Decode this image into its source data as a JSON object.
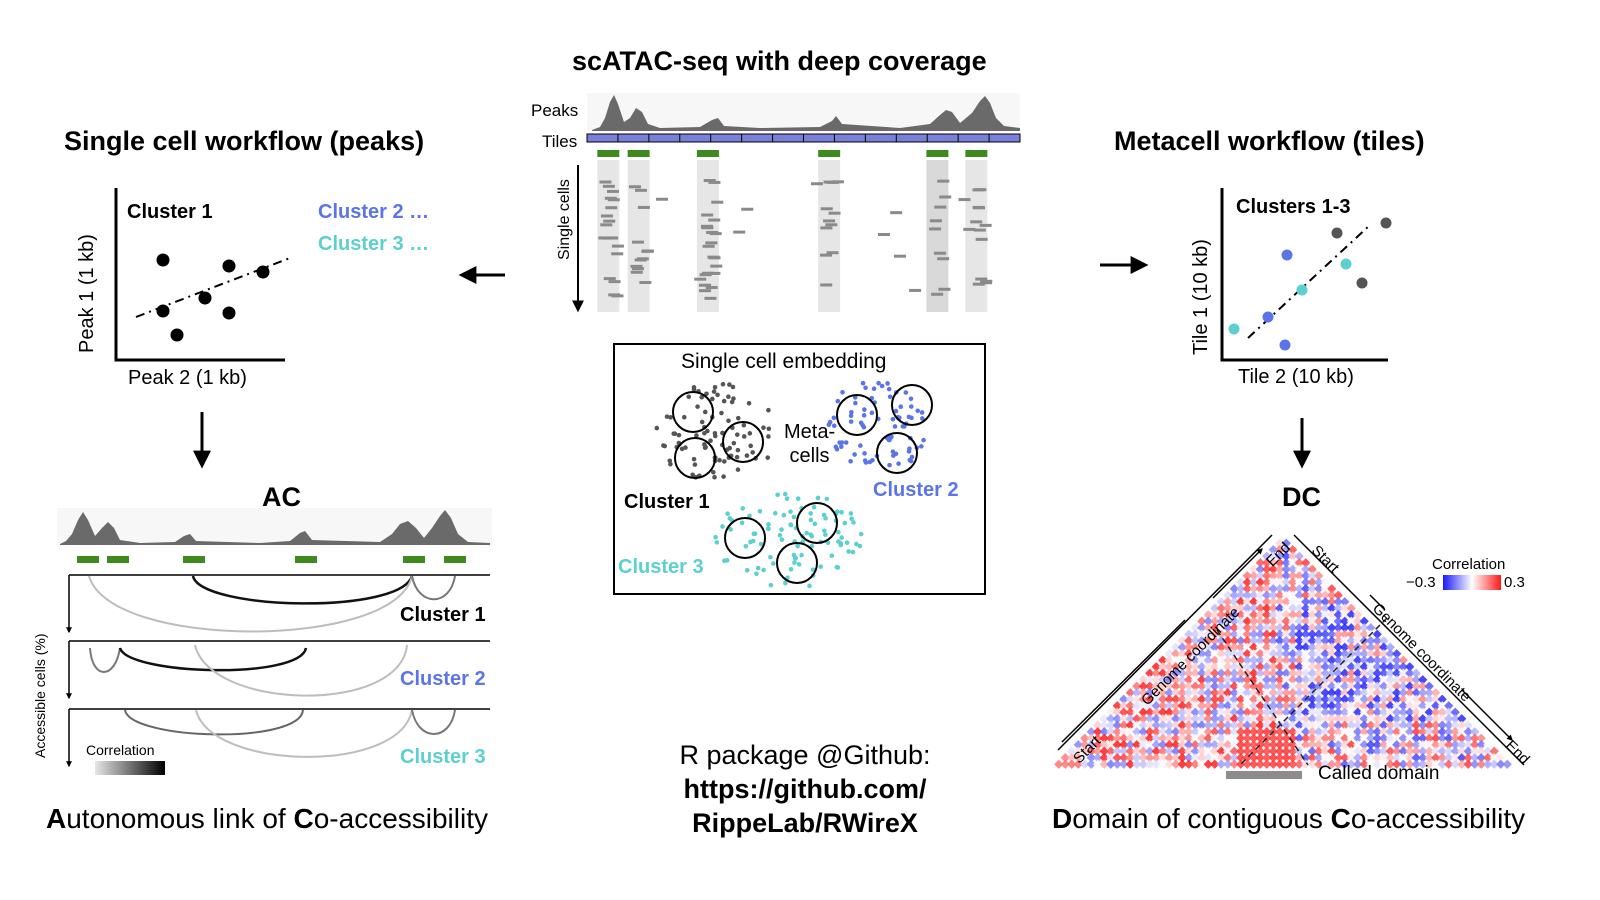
{
  "center": {
    "title": "scATAC-seq with deep coverage",
    "peaks_label": "Peaks",
    "tiles_label": "Tiles",
    "single_cells_label": "Single cells",
    "tile_count": 14,
    "peak_positions_fraction": [
      0.04,
      0.11,
      0.27,
      0.55,
      0.8,
      0.89
    ],
    "embedding": {
      "title": "Single cell embedding",
      "metacells_label_line1": "Meta-",
      "metacells_label_line2": "cells",
      "cluster1": "Cluster 1",
      "cluster2": "Cluster 2",
      "cluster3": "Cluster 3"
    },
    "package_line1": "R package @Github:",
    "package_line2": "https://github.com/",
    "package_line3": "RippeLab/RWireX"
  },
  "left": {
    "title": "Single cell workflow (peaks)",
    "plot_title": "Cluster 1",
    "cluster2_more": "Cluster 2 …",
    "cluster3_more": "Cluster 3 …",
    "x_label": "Peak 2 (1 kb)",
    "y_label": "Peak 1 (1 kb)",
    "ac_title": "AC",
    "accessible_label": "Accessible cells (%)",
    "track_cluster1": "Cluster 1",
    "track_cluster2": "Cluster 2",
    "track_cluster3": "Cluster 3",
    "correlation_label": "Correlation",
    "footer_bold1": "A",
    "footer_text1": "utonomous link of ",
    "footer_bold2": "C",
    "footer_text2": "o-accessibility"
  },
  "right": {
    "title": "Metacell workflow (tiles)",
    "plot_title": "Clusters 1-3",
    "x_label": "Tile 2 (10 kb)",
    "y_label": "Tile 1 (10 kb)",
    "dc_title": "DC",
    "correlation_label": "Correlation",
    "corr_min": "−0.3",
    "corr_max": "0.3",
    "start_label": "Start",
    "end_label": "End",
    "genome_coord_label": "Genome coordinate",
    "called_domain_label": "Called domain",
    "footer_bold1": "D",
    "footer_text1": "omain of contiguous ",
    "footer_bold2": "C",
    "footer_text2": "o-accessibility"
  },
  "colors": {
    "cluster1": "#555555",
    "cluster2": "#5b74e8",
    "cluster3": "#5ccfcf",
    "peak_green": "#3f8a1e",
    "tile_purple": "#7b7fdc",
    "coverage_gray": "#6a6a6a",
    "corr_neg": "#1a1aff",
    "corr_pos": "#ff1a1a"
  }
}
